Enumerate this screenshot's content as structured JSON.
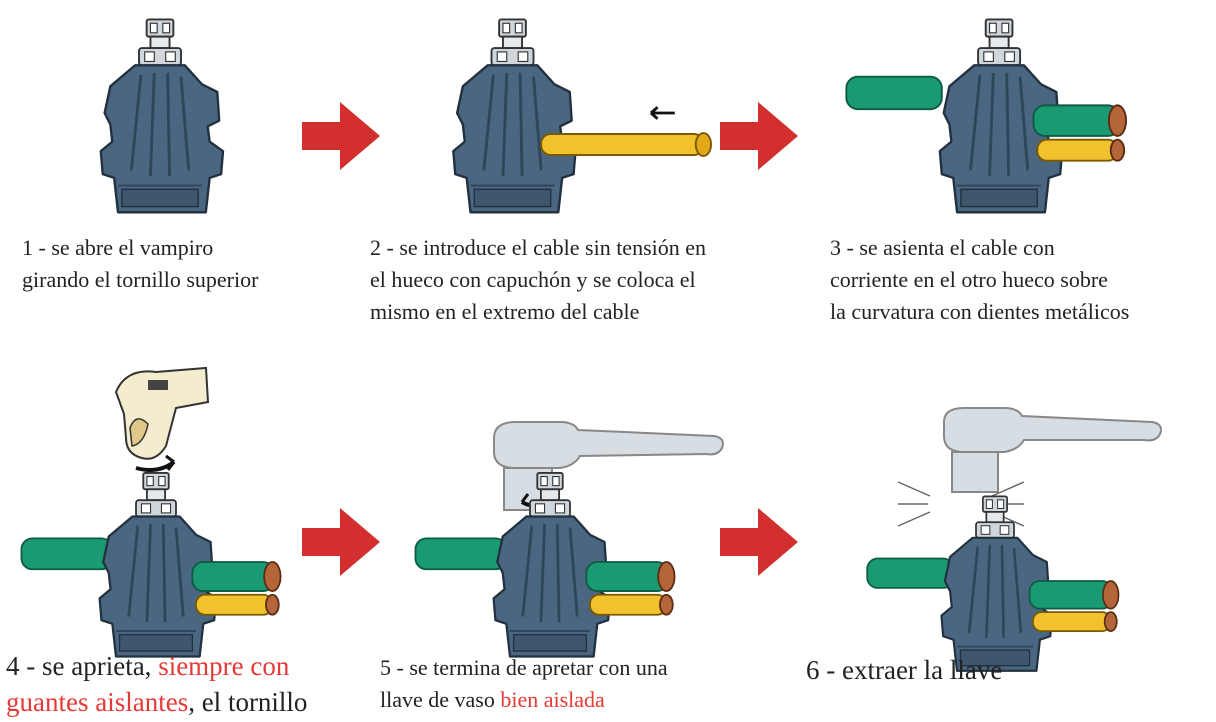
{
  "steps": [
    {
      "number": "1",
      "caption": "1 - se abre el vampiro\ngirando el tornillo superior"
    },
    {
      "number": "2",
      "caption": "2 - se introduce el cable sin tensión en\nel hueco con capuchón y se coloca el\nmismo en el extremo del cable"
    },
    {
      "number": "3",
      "caption": "3 - se asienta el cable con\ncorriente en el otro hueco sobre\nla curvatura con dientes metálicos"
    },
    {
      "number": "4",
      "caption_parts": [
        "4 - se aprieta, ",
        "siempre con\nguantes aislantes",
        ", el tornillo"
      ]
    },
    {
      "number": "5",
      "caption_parts": [
        "5 - se termina de apretar con una\nllave de vaso ",
        "bien aislada"
      ]
    },
    {
      "number": "6",
      "caption": "6 - extraer la llave"
    }
  ],
  "colors": {
    "connector": "#4a6680",
    "connector_dark": "#2f4559",
    "cable_green": "#1a9a73",
    "cable_yellow": "#f2c12e",
    "arrow": "#d32f2f",
    "highlight_text": "#e53935",
    "tool": "#d6dde3"
  },
  "icons": [
    "piercing-connector",
    "right-arrow",
    "gloved-hand",
    "socket-wrench",
    "sparks"
  ]
}
